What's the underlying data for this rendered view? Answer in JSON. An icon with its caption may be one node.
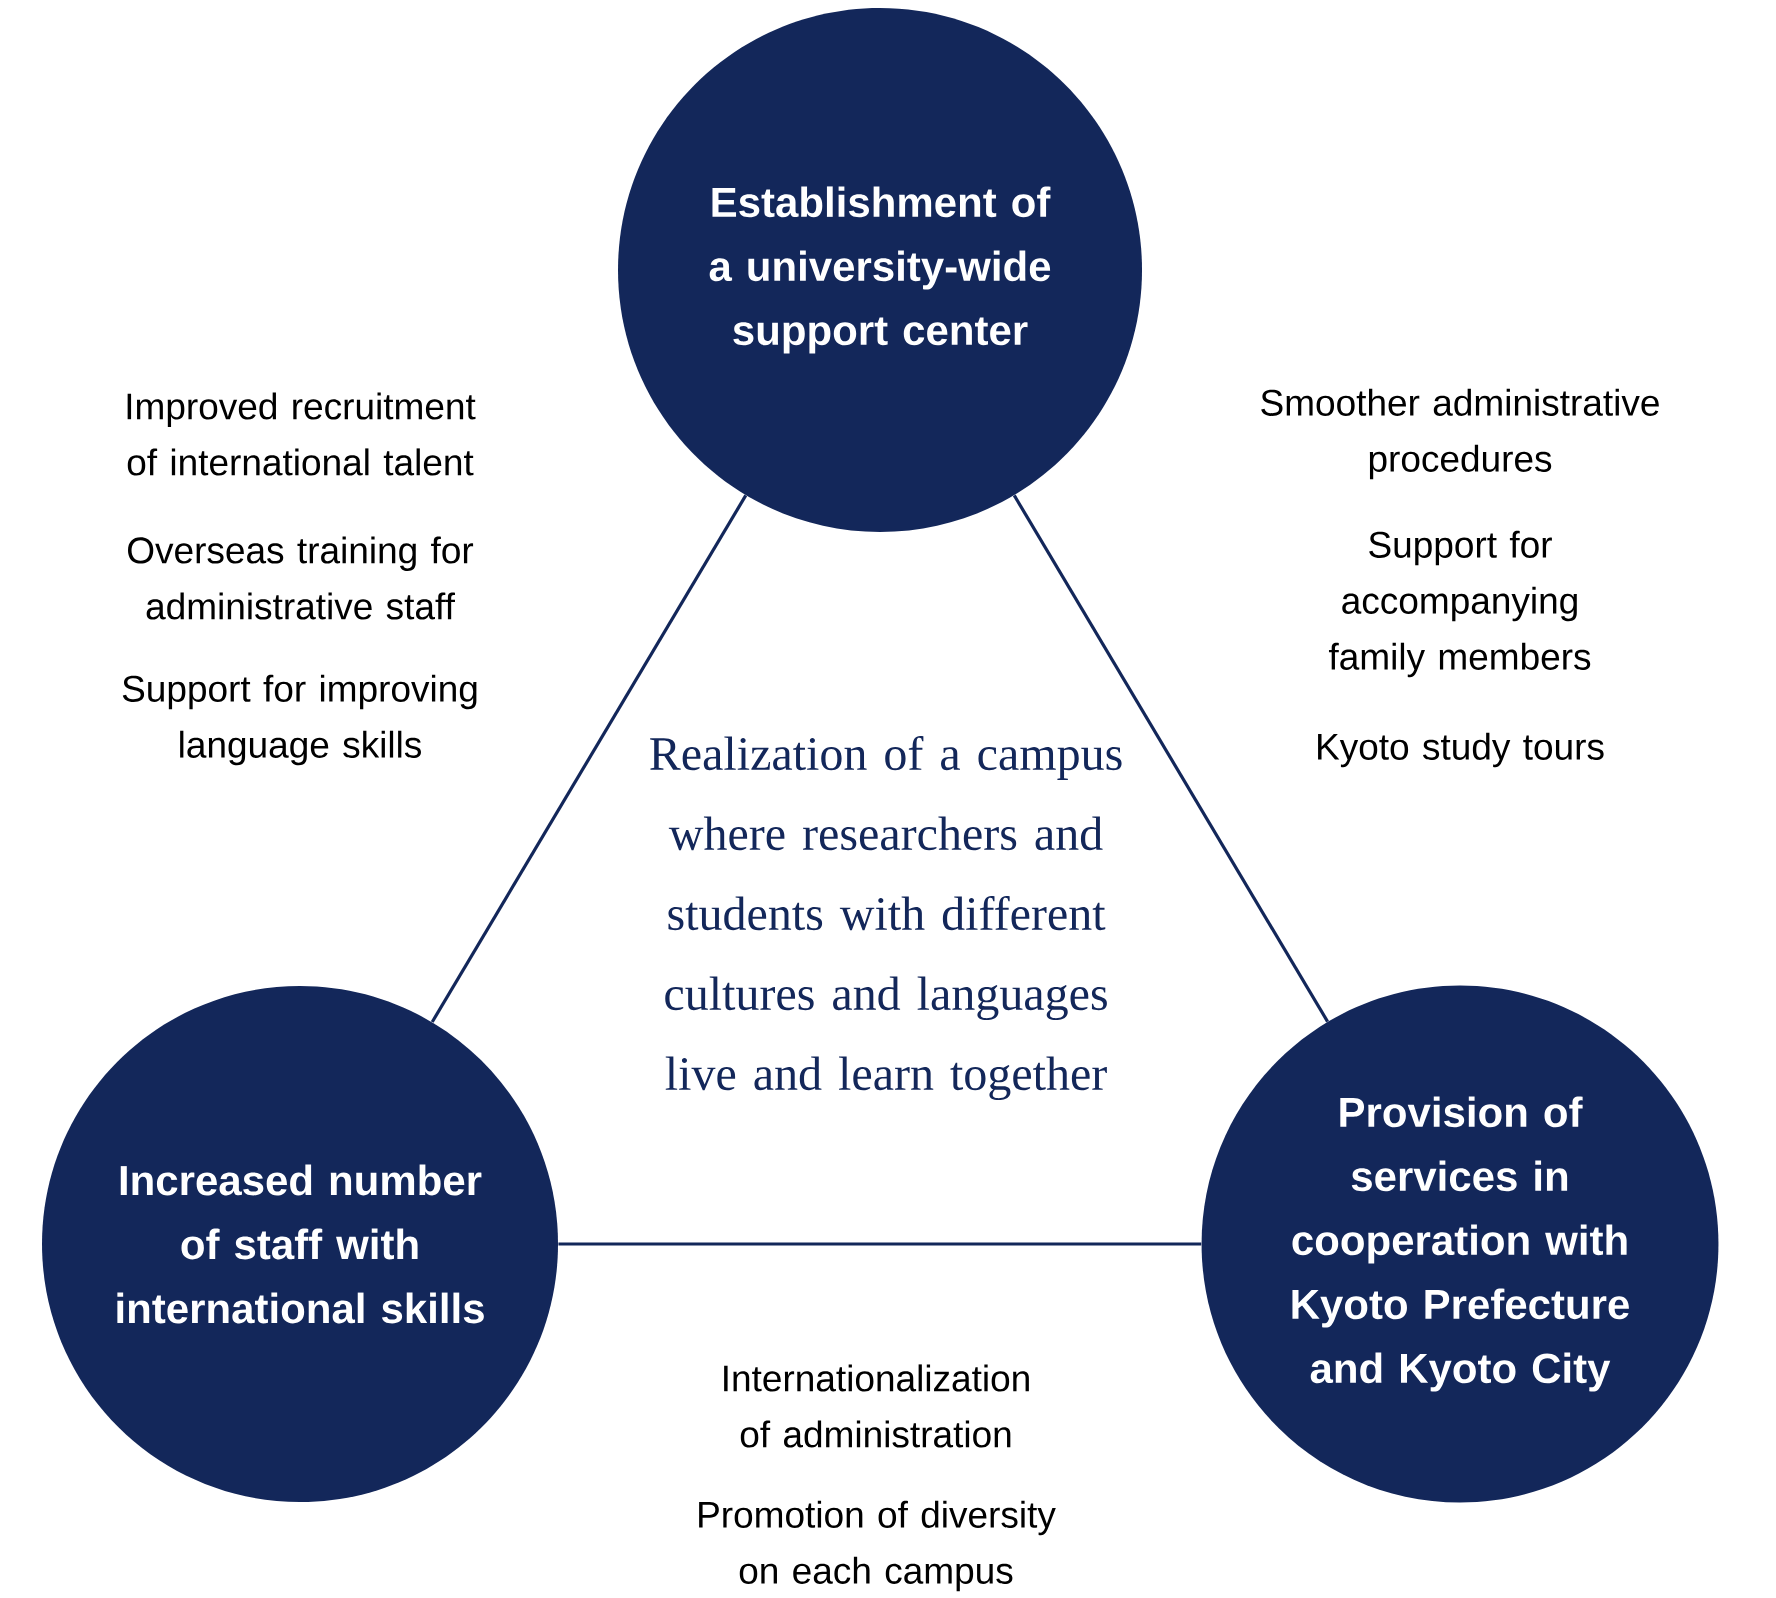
{
  "diagram": {
    "nodes": [
      {
        "text": [
          "Establishment of a university-wide support center"
        ]
      },
      {
        "text": [
          "Increased number of staff with international skills"
        ]
      },
      {
        "text": [
          "Provision of services in cooperation with Kyoto Prefecture and Kyoto City"
        ]
      }
    ],
    "edges": [
      {
        "from": 0,
        "to": 1,
        "arrow": "none"
      },
      {
        "from": 0,
        "to": 2,
        "arrow": "none"
      },
      {
        "from": 1,
        "to": 2,
        "arrow": "none"
      }
    ],
    "labels": [
      "Improved recruitment of international talent",
      "Smoother administrative procedures",
      "Overseas training for administrative staff",
      "Support for accompanying family members",
      "Support for improving language skills",
      "Kyoto study tours",
      "Realization of a campus where researchers and students with different cultures and languages live and learn together",
      "Internationalization of administration",
      "Promotion of diversity on each campus"
    ]
  }
}
